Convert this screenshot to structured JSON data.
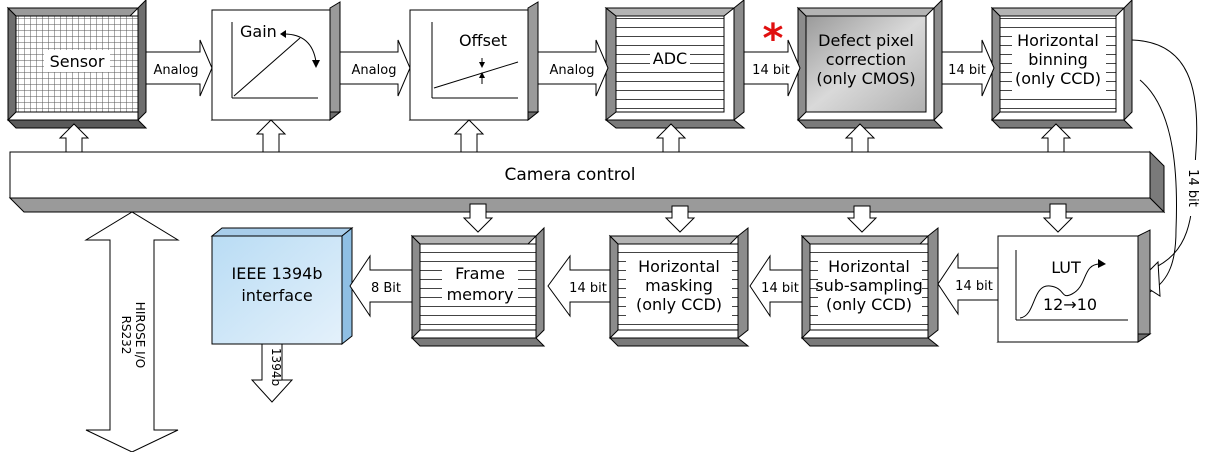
{
  "blocks": {
    "sensor": "Sensor",
    "gain": "Gain",
    "offset": "Offset",
    "adc": "ADC",
    "defect": [
      "Defect pixel",
      "correction",
      "(only CMOS)"
    ],
    "hbinning": [
      "Horizontal",
      "binning",
      "(only CCD)"
    ],
    "lut": "LUT",
    "lut_conv": "12→10",
    "hsub": [
      "Horizontal",
      "sub-sampling",
      "(only CCD)"
    ],
    "hmask": [
      "Horizontal",
      "masking",
      "(only CCD)"
    ],
    "frame": [
      "Frame",
      "memory"
    ],
    "ieee": [
      "IEEE 1394b",
      "interface"
    ]
  },
  "camera_control": "Camera control",
  "labels": {
    "analog1": "Analog",
    "analog2": "Analog",
    "analog3": "Analog",
    "bit14_adc": "14 bit",
    "bit14_defect": "14 bit",
    "bit14_side": "14 bit",
    "bit14_lut": "14 bit",
    "bit14_sub": "14 bit",
    "bit14_mask": "14 bit",
    "bit8": "8 Bit",
    "out_1394b": "1394b",
    "hirose": "HIROSE I/O",
    "rs232": "RS232"
  },
  "marker": "*",
  "colors": {
    "dark_frame": "#8c8c8c",
    "mid_frame": "#b4b4b4",
    "ieee_face": "#cfe6f7",
    "asterisk": "#e01010"
  }
}
